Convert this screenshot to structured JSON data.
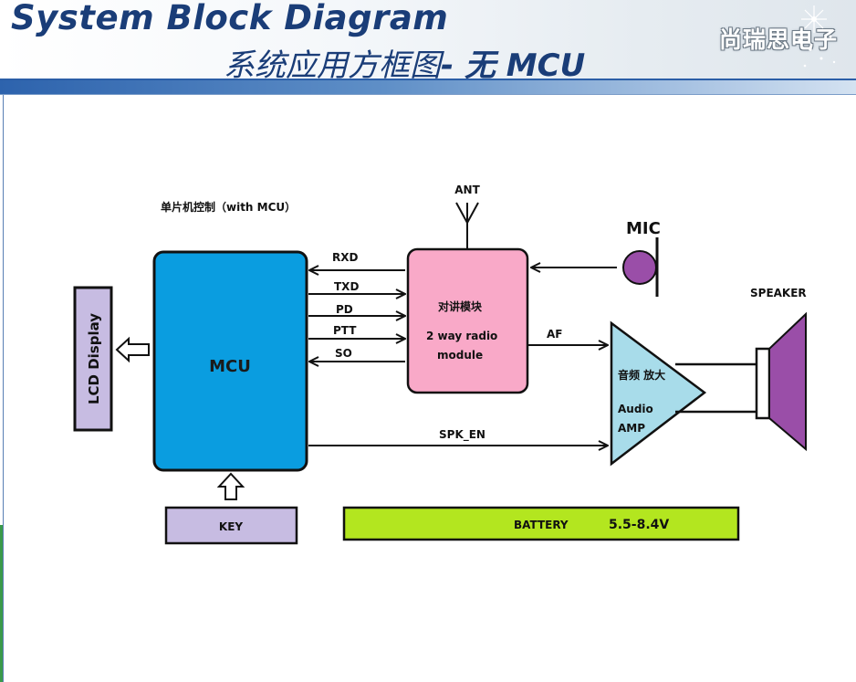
{
  "header": {
    "title_en": "System Block Diagram",
    "title_cn": "系统应用方框图",
    "title_cn_suffix": "- 无 MCU",
    "logo_text": "尚瑞思电子"
  },
  "diagram": {
    "mcu_caption": "单片机控制（with MCU）",
    "mcu_label": "MCU",
    "lcd_label": "LCD Display",
    "key_label": "KEY",
    "antenna_label": "ANT",
    "radio_label_cn": "对讲模块",
    "radio_label_en_1": "2 way radio",
    "radio_label_en_2": "module",
    "mic_label": "MIC",
    "speaker_label": "SPEAKER",
    "amp_label_cn": "音频 放大",
    "amp_label_en_1": "Audio",
    "amp_label_en_2": "AMP",
    "signals": {
      "rxd": "RXD",
      "txd": "TXD",
      "pd": "PD",
      "ptt": "PTT",
      "so": "SO",
      "af": "AF",
      "spk_en": "SPK_EN"
    },
    "battery_label": "BATTERY",
    "battery_voltage": "5.5-8.4V",
    "colors": {
      "mcu": "#0a9de0",
      "radio": "#f9a9c8",
      "amp": "#a8dcea",
      "lcd": "#c7bce2",
      "key": "#c7bce2",
      "battery": "#b3e61f",
      "mic": "#9a4ea8",
      "speaker": "#9a4ea8"
    }
  }
}
